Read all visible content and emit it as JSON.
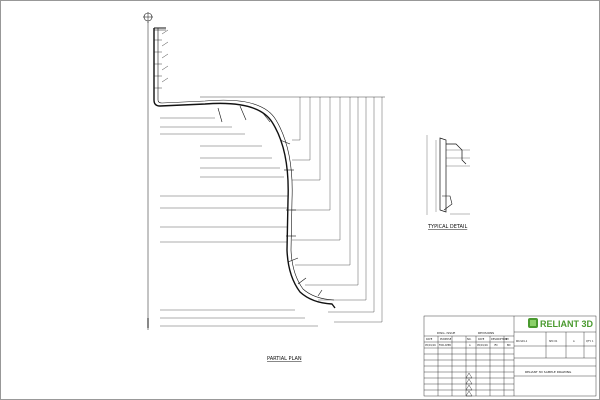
{
  "drawing": {
    "plan_title": "PARTIAL PLAN",
    "detail_title": "TYPICAL DETAIL",
    "datum_icon": "section-marker-icon"
  },
  "titleblock": {
    "logo_text": "RELIANT 3D",
    "logo_color": "#4a9a2f",
    "dwg_issue_label": "DWG. ISSUE",
    "revisions_label": "REVISIONS",
    "headers": [
      "DATE",
      "PURPOSE",
      "NO.",
      "DATE",
      "DESCRIPTION",
      "BY"
    ],
    "row1": [
      "05/01/16",
      "FOR APPR",
      "A",
      "05/01/16",
      "IFC",
      "BD"
    ],
    "project_title": "RELIANT 3D SAMPLE DRAWING",
    "sheet_label": "SPC 01",
    "rev_label": "A",
    "qty_label": "QTY: 1",
    "dwg_no_label": "RD-S01-1"
  }
}
